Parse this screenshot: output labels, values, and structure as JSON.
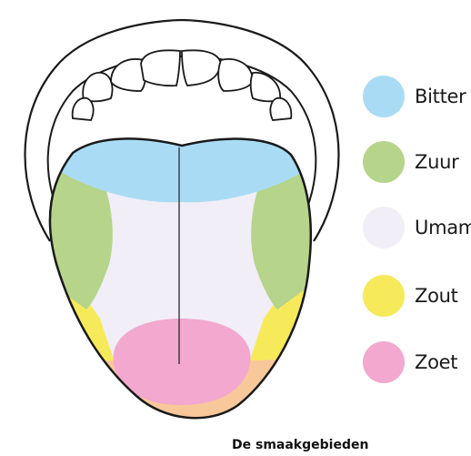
{
  "caption": "De smaakgebieden",
  "colors": {
    "bitter": "#a9dcf4",
    "zuur": "#b6d48a",
    "umami": "#f1eef7",
    "zout": "#f7ea5a",
    "zoet": "#f2a8cf",
    "tip": "#f8c79a",
    "outline": "#1a1a1a"
  },
  "legend": [
    {
      "key": "bitter",
      "label": "Bitter",
      "color": "#a9dcf4"
    },
    {
      "key": "zuur",
      "label": "Zuur",
      "color": "#b6d48a"
    },
    {
      "key": "umami",
      "label": "Umami",
      "color": "#f1eef7"
    },
    {
      "key": "zout",
      "label": "Zout",
      "color": "#f7ea5a"
    },
    {
      "key": "zoet",
      "label": "Zoet",
      "color": "#f2a8cf"
    }
  ]
}
